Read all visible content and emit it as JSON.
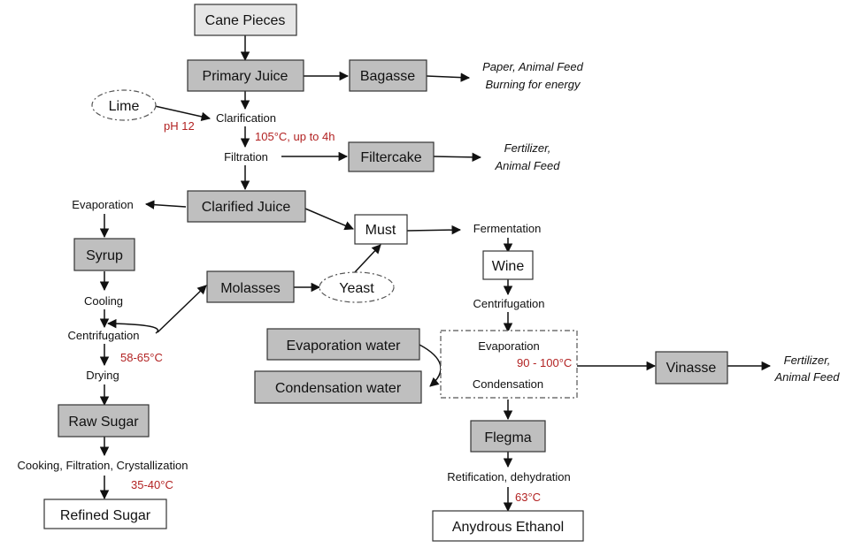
{
  "nodes": {
    "cane_pieces": "Cane Pieces",
    "primary_juice": "Primary Juice",
    "bagasse": "Bagasse",
    "lime": "Lime",
    "clarification": "Clarification",
    "filtration": "Filtration",
    "filtercake": "Filtercake",
    "clarified_juice": "Clarified Juice",
    "evaporation_left": "Evaporation",
    "syrup": "Syrup",
    "cooling": "Cooling",
    "centrifugation_left": "Centrifugation",
    "drying": "Drying",
    "raw_sugar": "Raw Sugar",
    "cooking": "Cooking, Filtration, Crystallization",
    "refined_sugar": "Refined Sugar",
    "molasses": "Molasses",
    "yeast": "Yeast",
    "must": "Must",
    "fermentation": "Fermentation",
    "wine": "Wine",
    "centrifugation_right": "Centrifugation",
    "evaporation_water": "Evaporation water",
    "condensation_water": "Condensation water",
    "evaporation_right": "Evaporation",
    "condensation": "Condensation",
    "vinasse": "Vinasse",
    "flegma": "Flegma",
    "retification": "Retification, dehydration",
    "anydrous_ethanol": "Anydrous Ethanol"
  },
  "outputs": {
    "bagasse_use_1": "Paper, Animal Feed",
    "bagasse_use_2": "Burning for energy",
    "filtercake_use_1": "Fertilizer,",
    "filtercake_use_2": "Animal Feed",
    "vinasse_use_1": "Fertilizer,",
    "vinasse_use_2": "Animal Feed"
  },
  "conditions": {
    "ph": "pH 12",
    "clarification_temp": "105°C, up to 4h",
    "drying_temp": "58-65°C",
    "crystallization_temp": "35-40°C",
    "evaporation_temp": "90 - 100°C",
    "dehydration_temp": "63°C"
  },
  "colors": {
    "process_box": "#bfbfbf",
    "input_box": "#e6e6e6",
    "product_box": "#ffffff",
    "condition_text": "#b22222"
  }
}
